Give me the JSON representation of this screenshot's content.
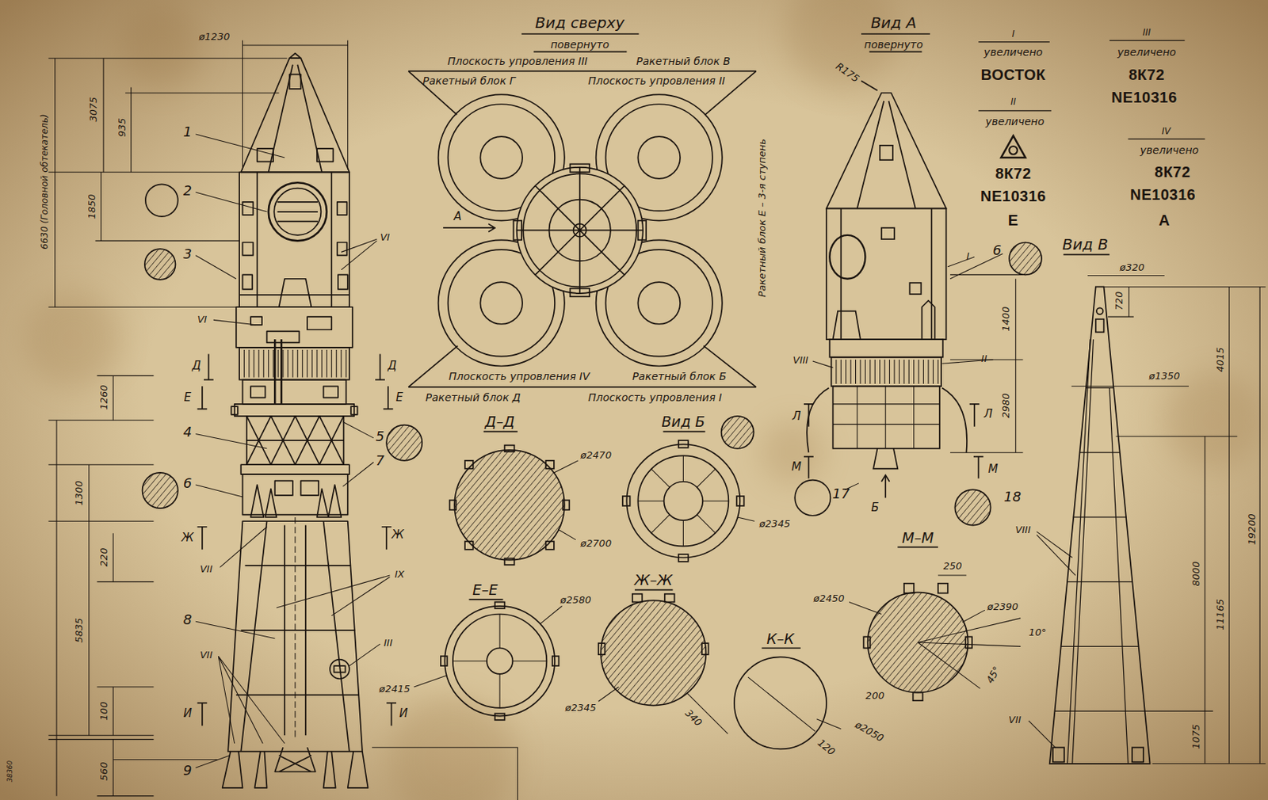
{
  "diagram": {
    "labels": [
      "ø1230",
      "3075",
      "935",
      "1850",
      "6630 (Головной обтекатель)",
      "1",
      "2",
      "3",
      "VI",
      "VI",
      "Д",
      "Д",
      "Е",
      "Е",
      "1260",
      "4",
      "5",
      "7",
      "6",
      "1300",
      "Ж",
      "Ж",
      "220",
      "VII",
      "IX",
      "8",
      "5835",
      "III",
      "VII",
      "100",
      "И",
      "И",
      "9",
      "560",
      "38360",
      "Вид сверху",
      "повернуто",
      "Плоскость упровления III",
      "Ракетный блок В",
      "Ракетный блок Г",
      "Плоскость упровления II",
      "А",
      "Плоскость упровления IV",
      "Ракетный блок Б",
      "Ракетный блок Д",
      "Плоскость упровления I",
      "Д–Д",
      "ø2470",
      "ø2700",
      "Вид Б",
      "ø2345",
      "Е–Е",
      "ø2580",
      "ø2415",
      "Ж–Ж",
      "ø2345",
      "340",
      "К–К",
      "120",
      "ø2050",
      "М–М",
      "250",
      "ø2450",
      "ø2390",
      "200",
      "10°",
      "45°",
      "Вид А",
      "повернуто",
      "R175",
      "Ракетный блок Е – 3-я ступень",
      "I",
      "6",
      "1400",
      "VIII",
      "II",
      "2980",
      "Л",
      "Л",
      "М",
      "М",
      "17",
      "Б",
      "18",
      "I",
      "увеличено",
      "ВОСТОК",
      "II",
      "увеличено",
      "8К72",
      "NE10316",
      "Е",
      "III",
      "увеличено",
      "8К72",
      "NE10316",
      "IV",
      "увеличено",
      "8К72",
      "NE10316",
      "А",
      "Вид В",
      "ø320",
      "720",
      "4015",
      "ø1350",
      "8000",
      "11165",
      "19200",
      "VIII",
      "VII",
      "1075"
    ]
  }
}
